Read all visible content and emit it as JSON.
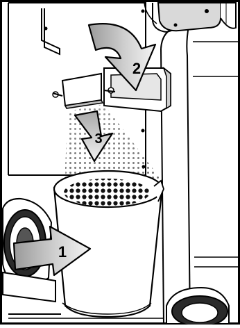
{
  "figure": {
    "steps": [
      {
        "number": "1"
      },
      {
        "number": "2"
      },
      {
        "number": "3"
      }
    ]
  }
}
